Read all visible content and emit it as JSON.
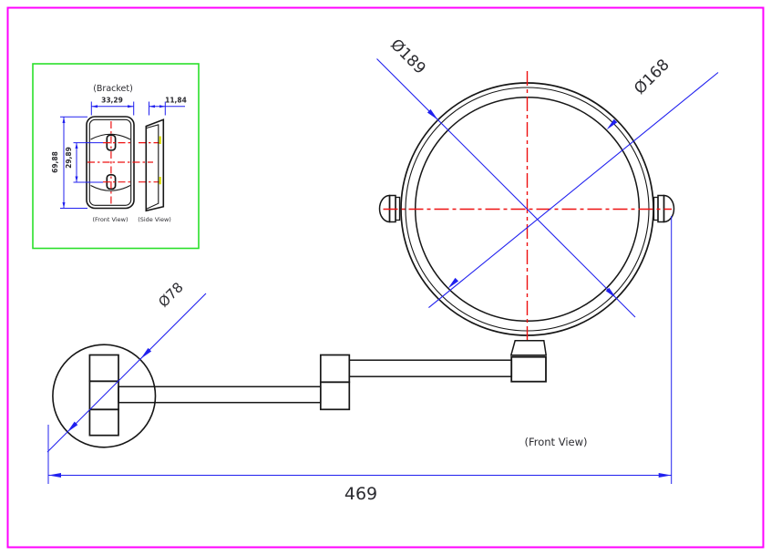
{
  "drawing": {
    "type": "cad-technical-drawing",
    "subject": "wall-mounted swing-arm magnifying mirror",
    "colors": {
      "page_border": "#ff00ff",
      "detail_box": "#2adf2a",
      "dimension_lines": "#2020ef",
      "centerlines": "#ee1010",
      "part_outlines": "#161616",
      "hidden_marks": "#dede00",
      "text": "#2b2b30",
      "background": "#ffffff"
    },
    "bracket_detail": {
      "title": "(Bracket)",
      "front_view_label": "(Front View)",
      "side_view_label": "(Side View)",
      "dimensions": {
        "width": "33,29",
        "depth": "11,84",
        "height": "69,88",
        "hole_spacing": "29,89"
      }
    },
    "main_view": {
      "label": "(Front View)",
      "dimensions": {
        "outer_ring_diameter": "Ø189",
        "mirror_glass_diameter": "Ø168",
        "wall_plate_diameter": "Ø78",
        "overall_length": "469"
      }
    }
  }
}
